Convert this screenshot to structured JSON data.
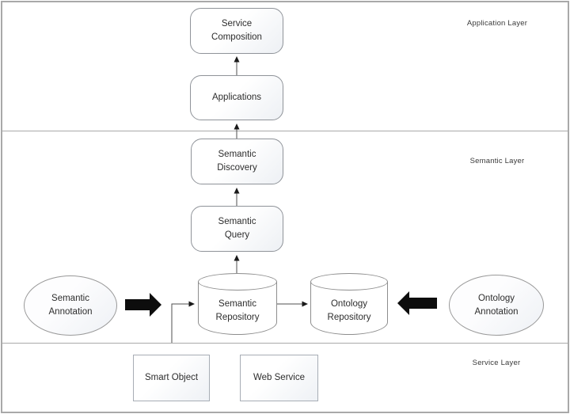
{
  "layers": [
    {
      "label": "Application Layer"
    },
    {
      "label": "Semantic Layer"
    },
    {
      "label": "Service Layer"
    }
  ],
  "nodes": {
    "service_composition": {
      "label": "Service\nComposition"
    },
    "applications": {
      "label": "Applications"
    },
    "semantic_discovery": {
      "label": "Semantic\nDiscovery"
    },
    "semantic_query": {
      "label": "Semantic\nQuery"
    },
    "semantic_repository": {
      "label": "Semantic\nRepository"
    },
    "ontology_repository": {
      "label": "Ontology\nRepository"
    },
    "semantic_annotation": {
      "label": "Semantic\nAnnotation"
    },
    "ontology_annotation": {
      "label": "Ontology\nAnnotation"
    },
    "smart_object": {
      "label": "Smart Object"
    },
    "web_service": {
      "label": "Web Service"
    }
  },
  "colors": {
    "border_gray": "#a9a9a9",
    "node_border": "#8f9399",
    "line": "#4f4f4f",
    "block_arrow": "#0d0d0d",
    "text": "#2d2d2d"
  }
}
